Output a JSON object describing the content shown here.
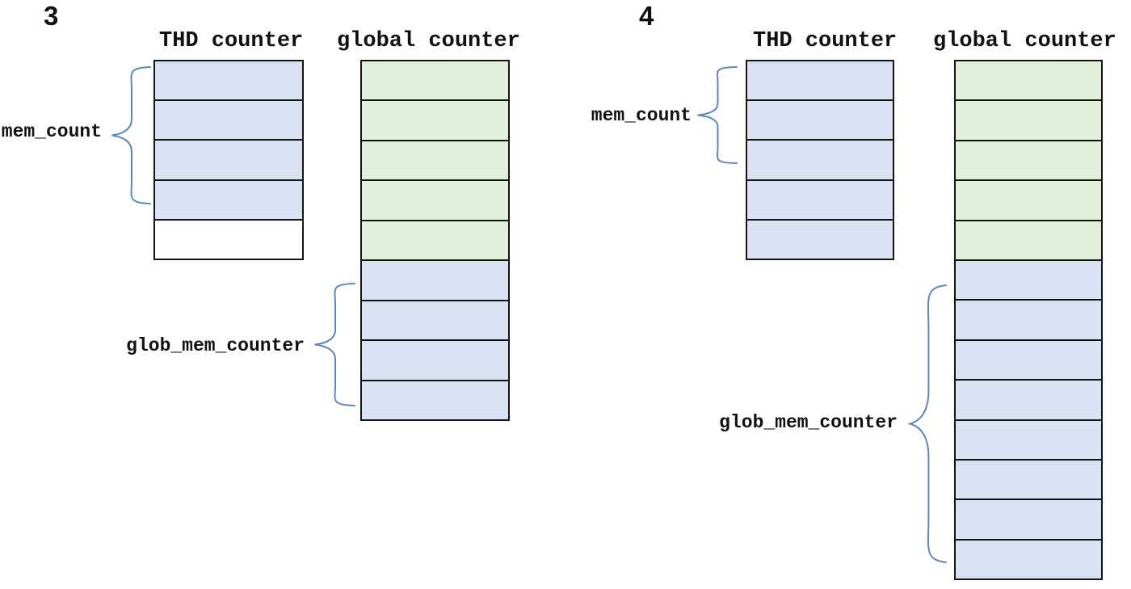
{
  "colors": {
    "cell_blue": "#d9e2f3",
    "cell_green": "#e2efda",
    "cell_white": "#ffffff",
    "border": "#141414",
    "brace": "#5b87c5",
    "text": "#111111",
    "background": "#ffffff"
  },
  "panels": [
    {
      "number": "3",
      "thd": {
        "title": "THD counter",
        "cells": [
          "blue",
          "blue",
          "blue",
          "blue",
          "white"
        ]
      },
      "global": {
        "title": "global counter",
        "cells": [
          "green",
          "green",
          "green",
          "green",
          "green",
          "blue",
          "blue",
          "blue",
          "blue"
        ]
      },
      "annotations": {
        "mem_count": {
          "label": "mem_count",
          "target_rows": "1-4 of THD counter"
        },
        "glob_mem_counter": {
          "label": "glob_mem_counter",
          "target_rows": "6-9 of global counter"
        }
      }
    },
    {
      "number": "4",
      "thd": {
        "title": "THD counter",
        "cells": [
          "blue",
          "blue",
          "blue",
          "blue",
          "blue"
        ]
      },
      "global": {
        "title": "global counter",
        "cells": [
          "green",
          "green",
          "green",
          "green",
          "green",
          "blue",
          "blue",
          "blue",
          "blue",
          "blue",
          "blue",
          "blue",
          "blue"
        ]
      },
      "annotations": {
        "mem_count": {
          "label": "mem_count",
          "target_rows": "1-3 of THD counter"
        },
        "glob_mem_counter": {
          "label": "glob_mem_counter",
          "target_rows": "6-13 of global counter"
        }
      }
    }
  ]
}
